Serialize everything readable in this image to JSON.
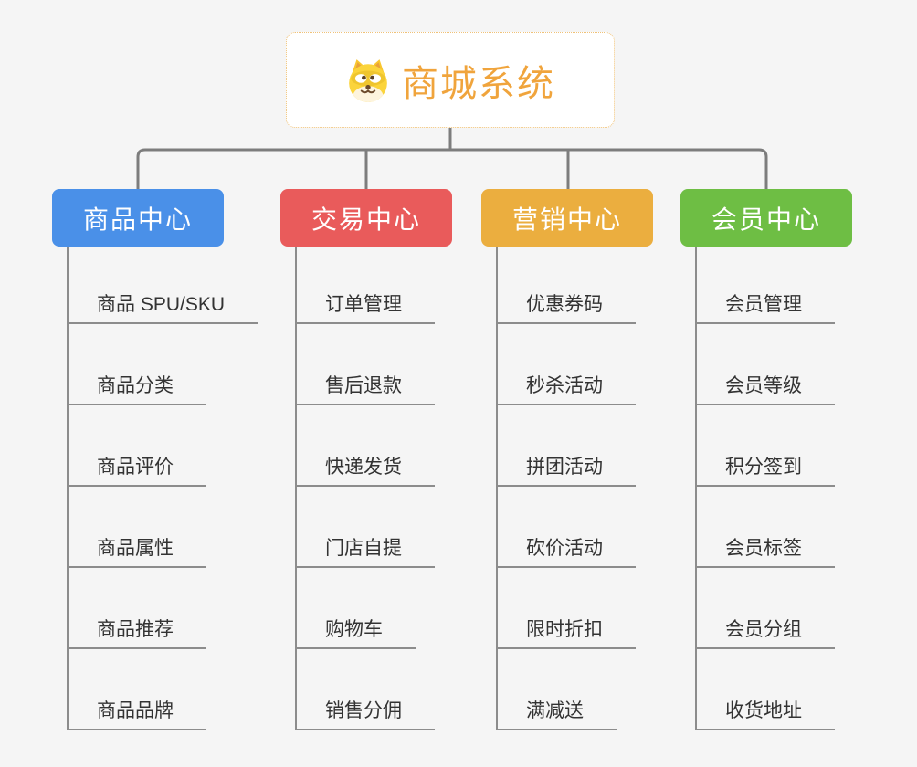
{
  "canvas": {
    "background": "#f5f5f5",
    "connector_color": "#7d7d7d",
    "child_line_color": "#8c8c8c",
    "child_text_color": "#333333"
  },
  "root": {
    "label": "商城系统",
    "icon": "dog-face-icon",
    "text_color": "#f0a43c",
    "border_color": "#f0c278",
    "background": "#ffffff"
  },
  "branches": [
    {
      "id": "product-center",
      "label": "商品中心",
      "color": "#4a90e8",
      "text_color": "#ffffff",
      "children": [
        "商品 SPU/SKU",
        "商品分类",
        "商品评价",
        "商品属性",
        "商品推荐",
        "商品品牌"
      ]
    },
    {
      "id": "trade-center",
      "label": "交易中心",
      "color": "#e95b5b",
      "text_color": "#ffffff",
      "children": [
        "订单管理",
        "售后退款",
        "快递发货",
        "门店自提",
        "购物车",
        "销售分佣"
      ]
    },
    {
      "id": "marketing-center",
      "label": "营销中心",
      "color": "#ebae3f",
      "text_color": "#ffffff",
      "children": [
        "优惠券码",
        "秒杀活动",
        "拼团活动",
        "砍价活动",
        "限时折扣",
        "满减送"
      ]
    },
    {
      "id": "member-center",
      "label": "会员中心",
      "color": "#6ebe44",
      "text_color": "#ffffff",
      "children": [
        "会员管理",
        "会员等级",
        "积分签到",
        "会员标签",
        "会员分组",
        "收货地址"
      ]
    }
  ]
}
